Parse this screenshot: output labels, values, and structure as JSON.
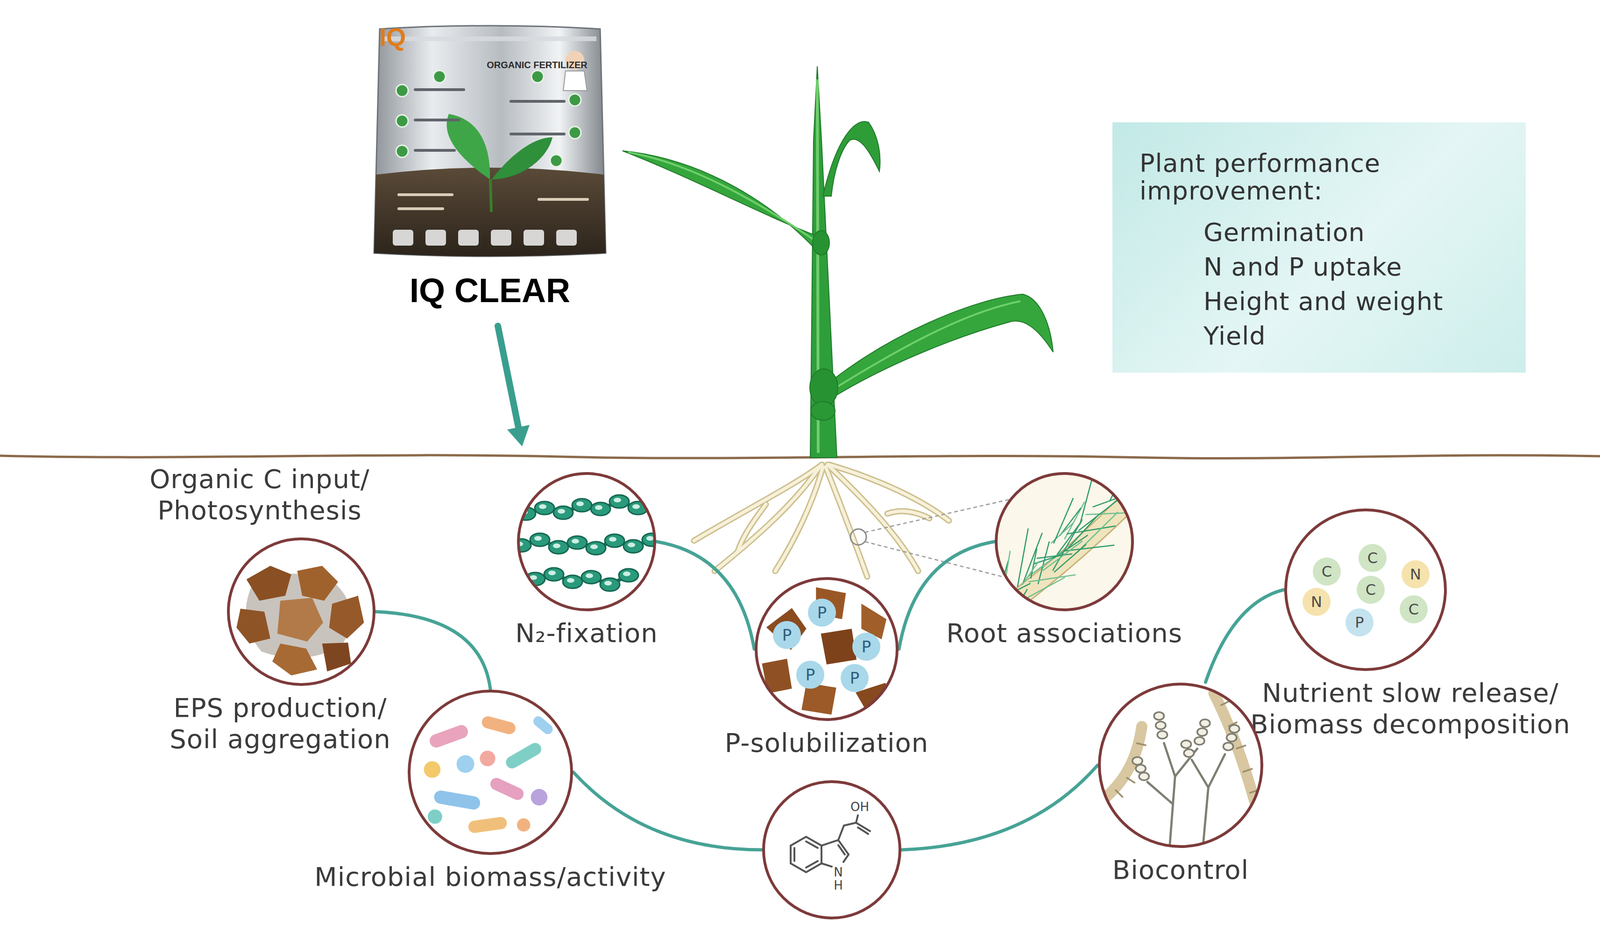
{
  "diagram": {
    "nodes": [
      {
        "text": [
          "IQ CLEAR"
        ]
      },
      {
        "text": [
          "Plant performance improvement:",
          "Germination",
          "N and P uptake",
          "Height and weight",
          "Yield"
        ]
      },
      {
        "text": [
          "EPS production/ Soil aggregation"
        ]
      },
      {
        "text": [
          "N₂-fixation"
        ]
      },
      {
        "text": [
          "P-solubilization",
          "P",
          "P",
          "P",
          "P",
          "P"
        ]
      },
      {
        "text": [
          "Root associations"
        ]
      },
      {
        "text": [
          "Nutrient slow release/ Biomass decomposition",
          "C",
          "C",
          "N",
          "N",
          "C",
          "C",
          "P"
        ]
      },
      {
        "text": [
          "Microbial biomass/activity"
        ]
      },
      {
        "text": [
          "OH",
          "N",
          "H"
        ]
      },
      {
        "text": [
          "Biocontrol"
        ]
      }
    ],
    "edges": [
      {
        "from": 2,
        "to": 7,
        "arrow": "none"
      },
      {
        "from": 7,
        "to": 8,
        "arrow": "none"
      },
      {
        "from": 8,
        "to": 9,
        "arrow": "none"
      },
      {
        "from": 9,
        "to": 6,
        "arrow": "none"
      },
      {
        "from": 3,
        "to": 4,
        "arrow": "none"
      },
      {
        "from": 5,
        "to": 4,
        "arrow": "none"
      }
    ],
    "labels": [
      "Organic C input/ Photosynthesis",
      "IQ",
      "ORGANIC FERTILIZER"
    ]
  }
}
